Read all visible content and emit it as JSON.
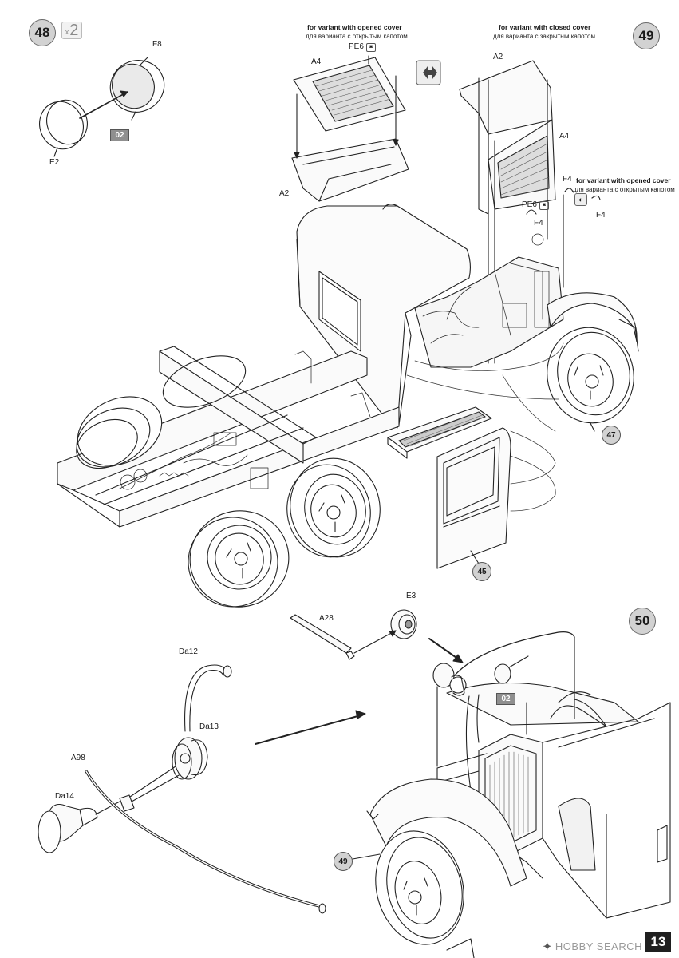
{
  "page_number": "13",
  "watermark": "HOBBY SEARCH",
  "steps": [
    {
      "id": "step-48",
      "number": "48",
      "multiplier": "2",
      "multiplier_prefix": "x"
    },
    {
      "id": "step-49",
      "number": "49"
    },
    {
      "id": "step-50",
      "number": "50"
    }
  ],
  "notes": {
    "opened_cover_en": "for variant with opened cover",
    "opened_cover_ru": "для варианта с открытым капотом",
    "closed_cover_en": "for variant with closed cover",
    "closed_cover_ru": "для варианта с закрытым капотом",
    "opened_cover2_en": "for variant with opened cover",
    "opened_cover2_ru": "для варианта с открытым капотом"
  },
  "paint_codes": {
    "step48": "02",
    "step50": "02"
  },
  "parts": {
    "f8": "F8",
    "e2": "E2",
    "a4_left": "A4",
    "pe6_left": "PE6",
    "a2_left": "A2",
    "a2_right": "A2",
    "a4_right": "A4",
    "f4_a": "F4",
    "pe6_right": "PE6",
    "f4_b": "F4",
    "f4_c": "F4",
    "e3": "E3",
    "a28": "A28",
    "da12": "Da12",
    "da13": "Da13",
    "a98": "A98",
    "da14": "Da14"
  },
  "subassembly_refs": {
    "r47": "47",
    "r45": "45",
    "r49": "49"
  },
  "icons": [
    "cut-icon",
    "photo-etch-icon",
    "part-icon"
  ]
}
